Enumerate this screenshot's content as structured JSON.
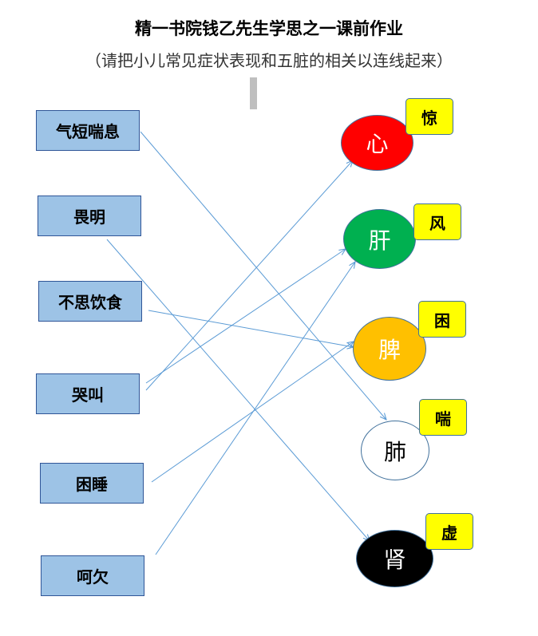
{
  "title": "精一书院钱乙先生学思之一课前作业",
  "subtitle": "（请把小儿常见症状表现和五脏的相关以连线起来）",
  "symptoms": [
    {
      "label": "气短喘息"
    },
    {
      "label": "畏明"
    },
    {
      "label": "不思饮食"
    },
    {
      "label": "哭叫"
    },
    {
      "label": "困睡"
    },
    {
      "label": "呵欠"
    }
  ],
  "organs": [
    {
      "label": "心",
      "tag": "惊",
      "color": "#ff0000",
      "text_color": "#ffffff"
    },
    {
      "label": "肝",
      "tag": "风",
      "color": "#00b050",
      "text_color": "#ffffff"
    },
    {
      "label": "脾",
      "tag": "困",
      "color": "#ffc000",
      "text_color": "#ffffff"
    },
    {
      "label": "肺",
      "tag": "喘",
      "color": "#ffffff",
      "text_color": "#000000"
    },
    {
      "label": "肾",
      "tag": "虚",
      "color": "#000000",
      "text_color": "#ffffff"
    }
  ],
  "line_color": "#5b9bd5",
  "connections": [
    {
      "from": "气短喘息",
      "to": "肺"
    },
    {
      "from": "畏明",
      "to": "肾"
    },
    {
      "from": "不思饮食",
      "to": "脾"
    },
    {
      "from": "哭叫",
      "to": "心"
    },
    {
      "from": "哭叫",
      "to": "肝"
    },
    {
      "from": "困睡",
      "to": "脾"
    },
    {
      "from": "呵欠",
      "to": "肝"
    }
  ]
}
